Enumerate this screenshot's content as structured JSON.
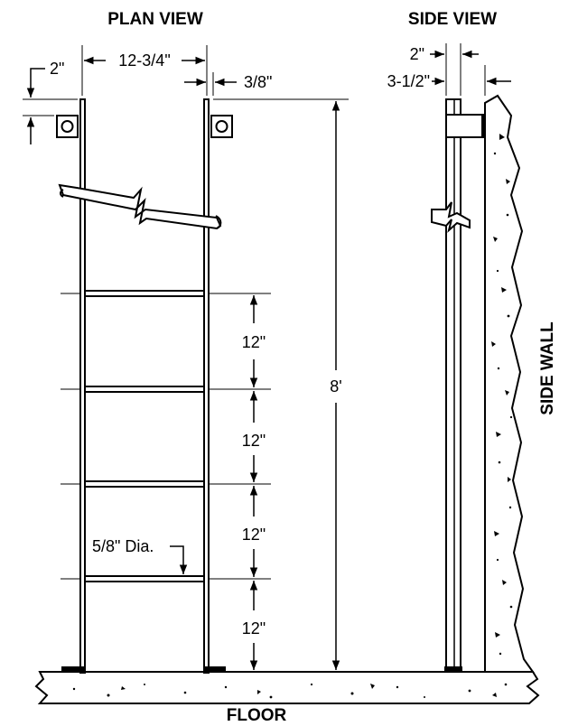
{
  "titles": {
    "plan_view": "PLAN VIEW",
    "side_view": "SIDE VIEW",
    "side_wall": "SIDE WALL",
    "floor": "FLOOR"
  },
  "dimensions": {
    "offset_top": "2\"",
    "rail_spacing": "12-3/4\"",
    "rail_thickness": "3/8\"",
    "height": "8'",
    "rung_spacing": [
      "12\"",
      "12\"",
      "12\"",
      "12\""
    ],
    "rung_diameter": "5/8\" Dia.",
    "side_rail_width": "2\"",
    "wall_offset": "3-1/2\""
  }
}
